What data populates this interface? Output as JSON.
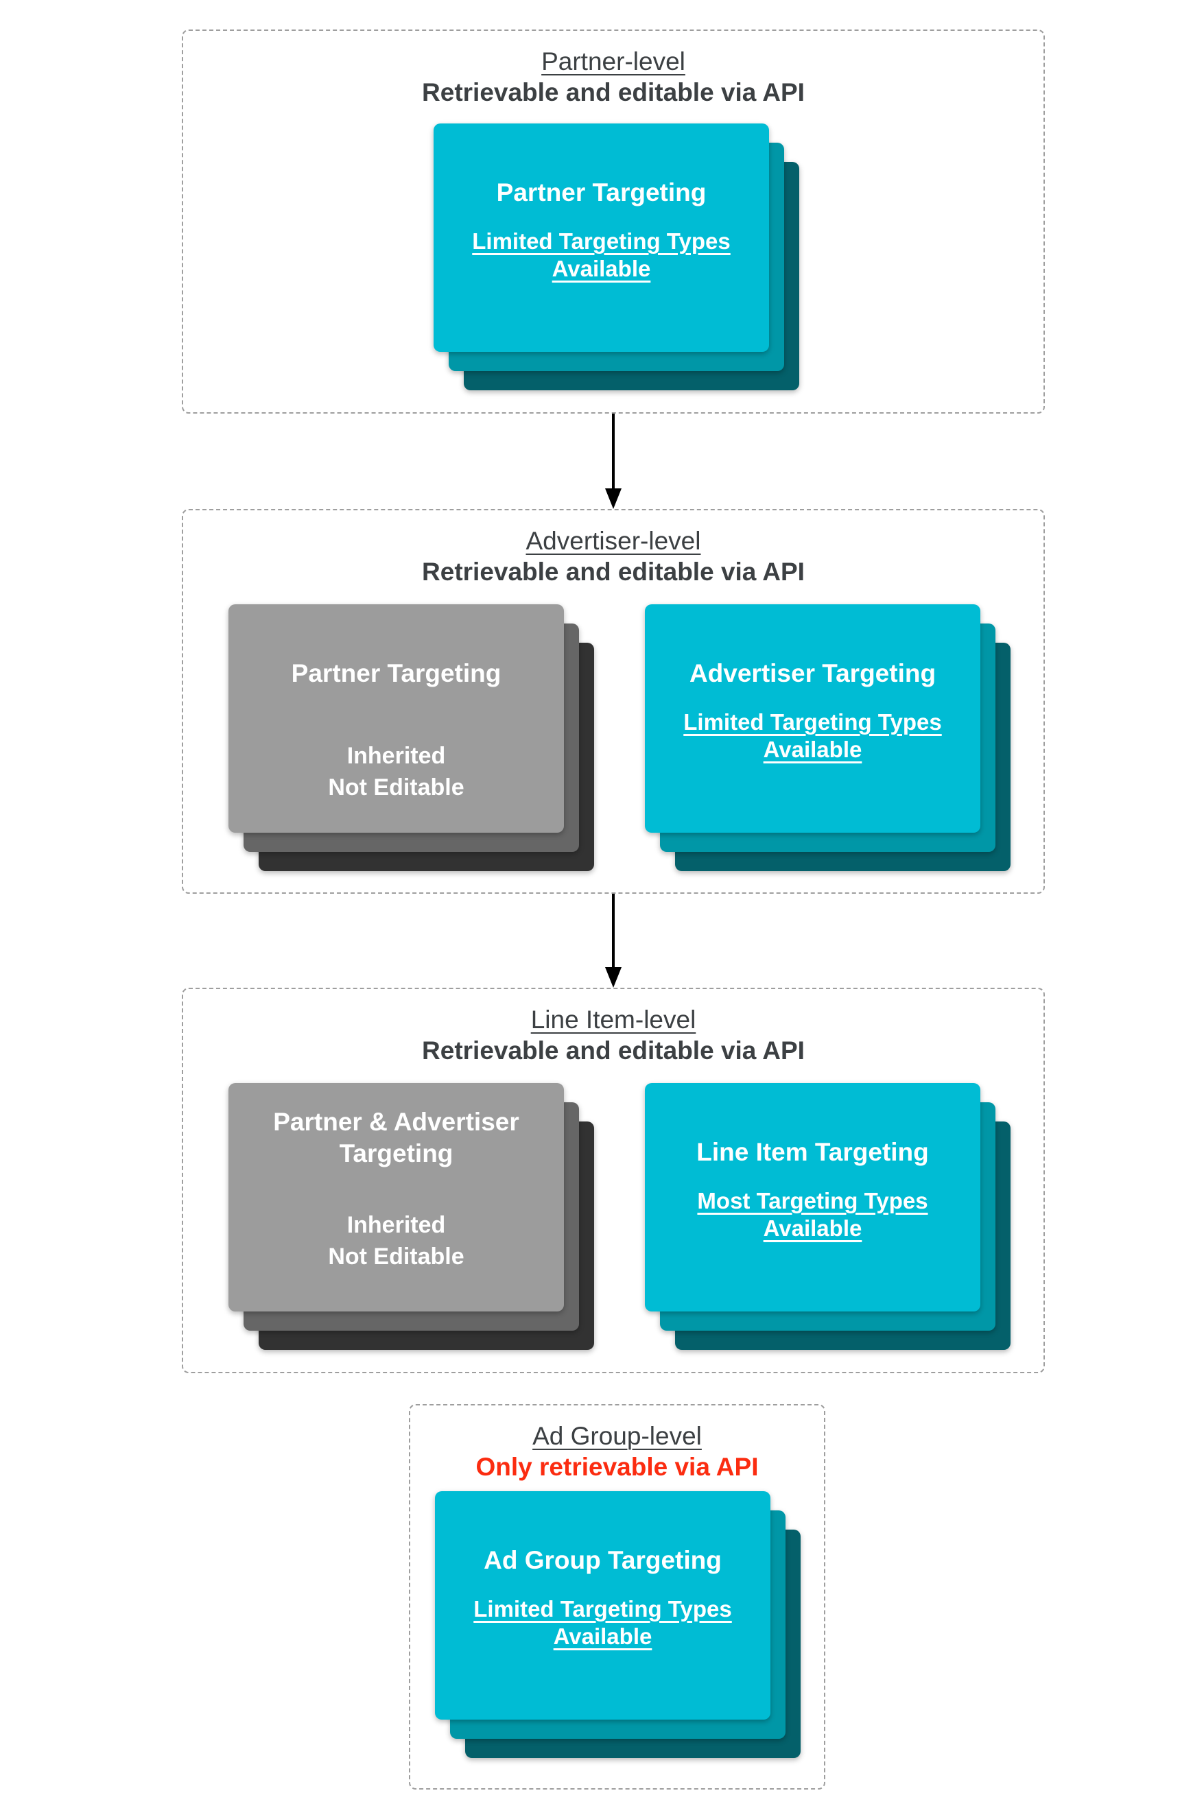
{
  "colors": {
    "page_bg": "#ffffff",
    "heading_text": "#3c4043",
    "red_text": "#fb2c10",
    "card_text": "#ffffff",
    "cyan_front": "#00bcd4",
    "cyan_mid": "#0097a7",
    "cyan_back": "#04606a",
    "gray_front": "#9c9c9c",
    "gray_mid": "#666666",
    "gray_back": "#323232",
    "dashed_border": "#9e9e9e",
    "arrow": "#000000"
  },
  "sections": [
    {
      "title": "Partner-level",
      "subtitle": "Retrievable and editable via API",
      "cards": [
        {
          "style": "cyan",
          "title_lines": [
            "Partner Targeting"
          ],
          "subtitle_lines": [
            "Limited Targeting Types",
            "Available"
          ]
        }
      ]
    },
    {
      "title": "Advertiser-level",
      "subtitle": "Retrievable and editable via API",
      "cards": [
        {
          "style": "gray",
          "title_lines": [
            "Partner Targeting"
          ],
          "body_lines": [
            "Inherited",
            "Not Editable"
          ]
        },
        {
          "style": "cyan",
          "title_lines": [
            "Advertiser Targeting"
          ],
          "subtitle_lines": [
            "Limited Targeting Types",
            "Available"
          ]
        }
      ]
    },
    {
      "title": "Line Item-level",
      "subtitle": "Retrievable and editable via API",
      "cards": [
        {
          "style": "gray",
          "title_lines": [
            "Partner & Advertiser",
            "Targeting"
          ],
          "body_lines": [
            "Inherited",
            "Not Editable"
          ]
        },
        {
          "style": "cyan",
          "title_lines": [
            "Line Item Targeting"
          ],
          "subtitle_lines": [
            "Most Targeting Types",
            "Available"
          ]
        }
      ]
    },
    {
      "title": "Ad Group-level",
      "subtitle": "Only retrievable via API",
      "subtitle_style": "red",
      "cards": [
        {
          "style": "cyan",
          "title_lines": [
            "Ad Group Targeting"
          ],
          "subtitle_lines": [
            "Limited Targeting Types",
            "Available"
          ]
        }
      ]
    }
  ]
}
